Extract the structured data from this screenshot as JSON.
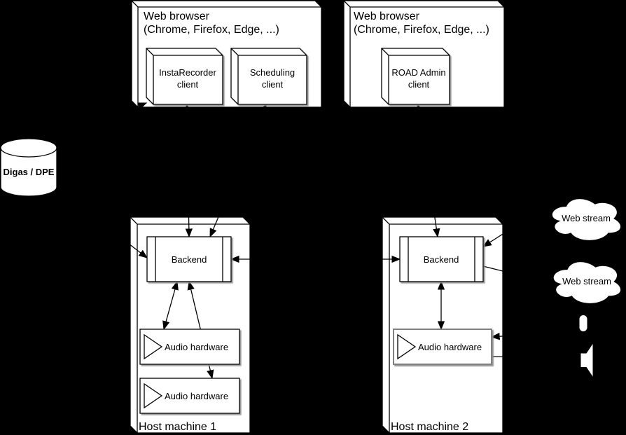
{
  "diagram": {
    "browser1": {
      "title": "Web browser",
      "subtitle": "(Chrome, Firefox, Edge, ...)"
    },
    "browser2": {
      "title": "Web browser",
      "subtitle": "(Chrome, Firefox, Edge, ...)"
    },
    "instarecorder": {
      "line1": "InstaRecorder",
      "line2": "client"
    },
    "scheduling": {
      "line1": "Scheduling",
      "line2": "client"
    },
    "roadadmin": {
      "line1": "ROAD Admin",
      "line2": "client"
    },
    "database": {
      "label": "Digas / DPE"
    },
    "host1": {
      "label": "Host machine 1",
      "backend": "Backend",
      "audio_a": "Audio hardware",
      "audio_b": "Audio hardware"
    },
    "host2": {
      "label": "Host machine 2",
      "backend": "Backend",
      "audio": "Audio hardware"
    },
    "cloud1": {
      "label": "Web stream"
    },
    "cloud2": {
      "label": "Web stream"
    },
    "colors": {
      "background": "#000000",
      "shape_fill": "#ffffff",
      "stroke": "#000000",
      "muted_stroke": "#808080"
    }
  }
}
